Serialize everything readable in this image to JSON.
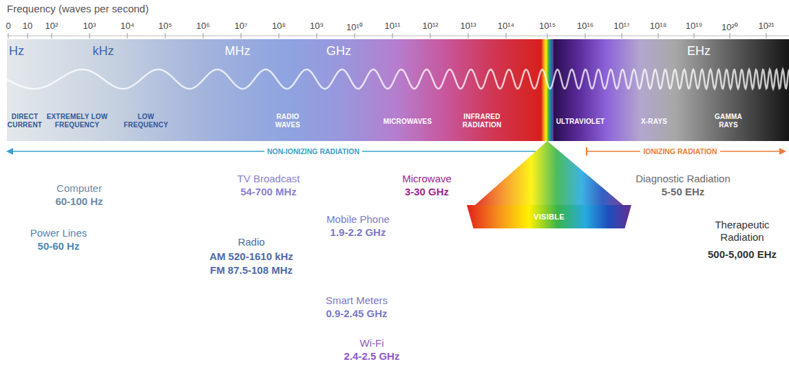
{
  "diagram": {
    "nodes": [
      {
        "text": [
          "VISIBLE"
        ]
      }
    ],
    "labels": [
      "Frequency (waves per second)",
      "0",
      "10",
      "10²",
      "10³",
      "10⁴",
      "10⁵",
      "10⁶",
      "10⁷",
      "10⁸",
      "10⁹",
      "10¹⁰",
      "10¹¹",
      "10¹²",
      "10¹³",
      "10¹⁴",
      "10¹⁵",
      "10¹⁶",
      "10¹⁷",
      "10¹⁸",
      "10¹⁹",
      "10²⁰",
      "10²¹",
      "Hz",
      "kHz",
      "MHz",
      "GHz",
      "EHz",
      "DIRECT CURRENT",
      "EXTREMELY LOW FREQUENCY",
      "LOW FREQUENCY",
      "RADIO WAVES",
      "MICROWAVES",
      "INFRARED RADIATION",
      "ULTRAVIOLET",
      "X-RAYS",
      "GAMMA RAYS",
      "NON-IONIZING RADIATION",
      "IONIZING RADIATION",
      "Computer",
      "60-100 Hz",
      "Power Lines",
      "50-60 Hz",
      "TV Broadcast",
      "54-700 MHz",
      "Radio",
      "AM 520-1610 kHz",
      "FM 87.5-108 MHz",
      "Microwave",
      "3-30 GHz",
      "Mobile Phone",
      "1.9-2.2 GHz",
      "Smart Meters",
      "0.9-2.45 GHz",
      "Wi-Fi",
      "2.4-2.5 GHz",
      "Diagnostic Radiation",
      "5-50 EHz",
      "Therapeutic Radiation",
      "500-5,000 EHz"
    ]
  }
}
